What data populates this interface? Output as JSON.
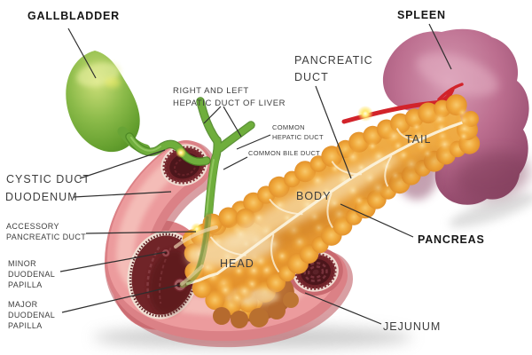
{
  "figure": {
    "title": "Pancreas and surrounding organs anatomy illustration",
    "labels": {
      "gallbladder": "GALLBLADDER",
      "spleen": "SPLEEN",
      "pancreatic_duct": {
        "lines": [
          "PANCREATIC",
          "DUCT"
        ]
      },
      "hepatic_ducts": {
        "lines": [
          "RIGHT AND LEFT",
          "HEPATIC DUCT OF LIVER"
        ]
      },
      "common_hepatic_duct": {
        "lines": [
          "COMMON",
          "HEPATIC DUCT"
        ]
      },
      "common_bile_duct": "COMMON BILE DUCT",
      "cystic_duct": "CYSTIC DUCT",
      "duodenum": "DUODENUM",
      "accessory_pancreatic_duct": {
        "lines": [
          "ACCESSORY",
          "PANCREATIC DUCT"
        ]
      },
      "minor_duodenal_papilla": {
        "lines": [
          "MINOR",
          "DUODENAL",
          "PAPILLA"
        ]
      },
      "major_duodenal_papilla": {
        "lines": [
          "MAJOR",
          "DUODENAL",
          "PAPILLA"
        ]
      },
      "head": "HEAD",
      "body": "BODY",
      "tail": "TAIL",
      "pancreas": "PANCREAS",
      "jejunum": "JEJUNUM"
    },
    "colors": {
      "background": "#ffffff",
      "label_text": "#3d3d3d",
      "label_text_bold": "#161616",
      "leader_line": "#2e2e2e",
      "gallbladder_green": "#7eb33f",
      "bile_duct_green": "#6fae3c",
      "pancreas_orange": "#efa43a",
      "pancreas_highlight": "#f8e8c4",
      "duodenum_pink": "#ec9b9d",
      "intestine_interior": "#6f2329",
      "spleen_mauve": "#bc6e8f",
      "artery_red": "#d2232a"
    }
  }
}
